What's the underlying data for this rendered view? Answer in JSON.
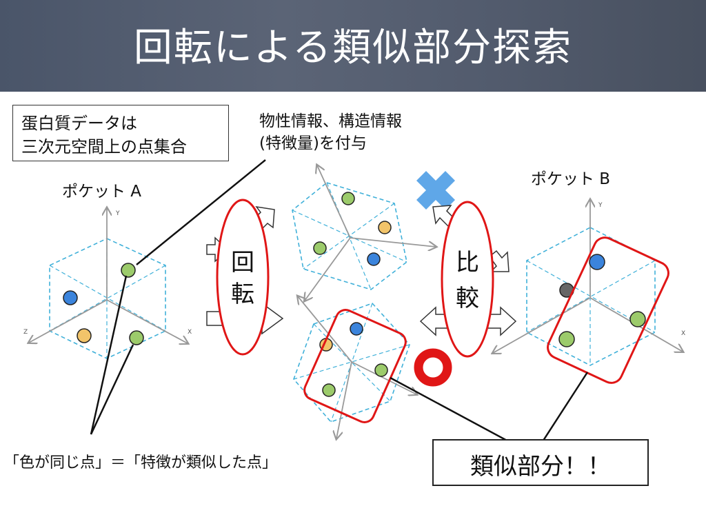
{
  "title": "回転による類似部分探索",
  "note_box": {
    "line1": "蛋白質データは",
    "line2": "三次元空間上の点集合"
  },
  "annotation": {
    "line1": "物性情報、構造情報",
    "line2": "(特徴量)を付与"
  },
  "pocket_a_label": "ポケット A",
  "pocket_b_label": "ポケット B",
  "rotate_label": {
    "char1": "回",
    "char2": "転"
  },
  "compare_label": {
    "char1": "比",
    "char2": "較"
  },
  "bottom_caption": "「色が同じ点」＝「特徴が類似した点」",
  "result_box": "類似部分！！",
  "axis_labels": {
    "x": "X",
    "y": "Y",
    "z": "Z"
  },
  "colors": {
    "header": "#535c6e",
    "green_point": "#9ccb6b",
    "yellow_point": "#f2c46a",
    "blue_point": "#3b84dc",
    "gray_point": "#666666",
    "highlight_red": "#e01616",
    "cross_blue": "#5fa7e8",
    "dashed_hex": "#3fb0d9"
  }
}
